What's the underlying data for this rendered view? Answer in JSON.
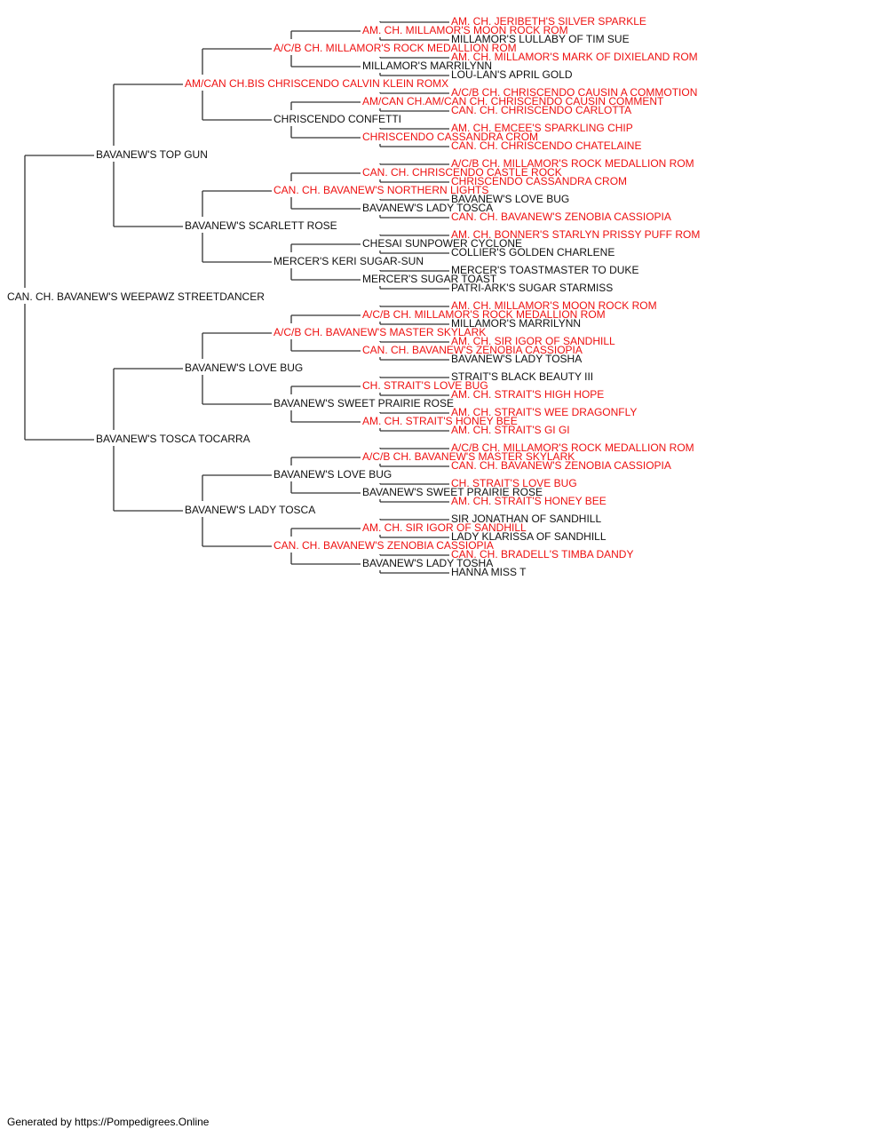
{
  "colors": {
    "champion": "#ee1111",
    "regular": "#111111",
    "line": "#333333"
  },
  "root": {
    "name": "CAN. CH. BAVANEW'S WEEPAWZ STREETDANCER",
    "ch": false
  },
  "generations": [
    [
      {
        "name": "BAVANEW'S TOP GUN",
        "ch": false
      },
      {
        "name": "BAVANEW'S TOSCA TOCARRA",
        "ch": false
      }
    ],
    [
      {
        "name": "AM/CAN CH.BIS CHRISCENDO CALVIN KLEIN ROMX",
        "ch": true
      },
      {
        "name": "BAVANEW'S SCARLETT ROSE",
        "ch": false
      },
      {
        "name": "BAVANEW'S LOVE BUG",
        "ch": false
      },
      {
        "name": "BAVANEW'S LADY TOSCA",
        "ch": false
      }
    ],
    [
      {
        "name": "A/C/B CH. MILLAMOR'S ROCK MEDALLION ROM",
        "ch": true
      },
      {
        "name": "CHRISCENDO CONFETTI",
        "ch": false
      },
      {
        "name": "CAN. CH. BAVANEW'S NORTHERN LIGHTS",
        "ch": true
      },
      {
        "name": "MERCER'S KERI SUGAR-SUN",
        "ch": false
      },
      {
        "name": "A/C/B CH. BAVANEW'S MASTER SKYLARK",
        "ch": true
      },
      {
        "name": "BAVANEW'S SWEET PRAIRIE ROSE",
        "ch": false
      },
      {
        "name": "BAVANEW'S LOVE BUG",
        "ch": false
      },
      {
        "name": "CAN. CH. BAVANEW'S ZENOBIA CASSIOPIA",
        "ch": true
      }
    ],
    [
      {
        "name": "AM. CH. MILLAMOR'S MOON ROCK ROM",
        "ch": true
      },
      {
        "name": "MILLAMOR'S MARRILYNN",
        "ch": false
      },
      {
        "name": "AM/CAN CH.AM/CAN CH. CHRISCENDO CAUSIN COMMENT",
        "ch": true
      },
      {
        "name": "CHRISCENDO CASSANDRA CROM",
        "ch": true
      },
      {
        "name": "CAN. CH. CHRISCENDO CASTLE ROCK",
        "ch": true
      },
      {
        "name": "BAVANEW'S LADY TOSCA",
        "ch": false
      },
      {
        "name": "CHESAI SUNPOWER CYCLONE",
        "ch": false
      },
      {
        "name": "MERCER'S SUGAR TOAST",
        "ch": false
      },
      {
        "name": "A/C/B CH. MILLAMOR'S ROCK MEDALLION ROM",
        "ch": true
      },
      {
        "name": "CAN. CH. BAVANEW'S ZENOBIA CASSIOPIA",
        "ch": true
      },
      {
        "name": "CH. STRAIT'S LOVE BUG",
        "ch": true
      },
      {
        "name": "AM. CH. STRAIT'S HONEY BEE",
        "ch": true
      },
      {
        "name": "A/C/B CH. BAVANEW'S MASTER SKYLARK",
        "ch": true
      },
      {
        "name": "BAVANEW'S SWEET PRAIRIE ROSE",
        "ch": false
      },
      {
        "name": "AM. CH. SIR IGOR OF SANDHILL",
        "ch": true
      },
      {
        "name": "BAVANEW'S LADY TOSHA",
        "ch": false
      }
    ],
    [
      {
        "name": "AM. CH. JERIBETH'S SILVER SPARKLE",
        "ch": true
      },
      {
        "name": "MILLAMOR'S LULLABY OF TIM SUE",
        "ch": false
      },
      {
        "name": "AM. CH. MILLAMOR'S MARK OF DIXIELAND ROM",
        "ch": true
      },
      {
        "name": "LOU-LAN'S APRIL GOLD",
        "ch": false
      },
      {
        "name": "A/C/B CH. CHRISCENDO CAUSIN A COMMOTION",
        "ch": true
      },
      {
        "name": "CAN. CH. CHRISCENDO CARLOTTA",
        "ch": true
      },
      {
        "name": "AM. CH. EMCEE'S SPARKLING CHIP",
        "ch": true
      },
      {
        "name": "CAN. CH. CHRISCENDO CHATELAINE",
        "ch": true
      },
      {
        "name": "A/C/B CH. MILLAMOR'S ROCK MEDALLION ROM",
        "ch": true
      },
      {
        "name": "CHRISCENDO CASSANDRA CROM",
        "ch": true
      },
      {
        "name": "BAVANEW'S LOVE BUG",
        "ch": false
      },
      {
        "name": "CAN. CH. BAVANEW'S ZENOBIA CASSIOPIA",
        "ch": true
      },
      {
        "name": "AM. CH. BONNER'S STARLYN PRISSY PUFF ROM",
        "ch": true
      },
      {
        "name": "COLLIER'S GOLDEN CHARLENE",
        "ch": false
      },
      {
        "name": "MERCER'S TOASTMASTER TO DUKE",
        "ch": false
      },
      {
        "name": "PATRI-ARK'S SUGAR STARMISS",
        "ch": false
      },
      {
        "name": "AM. CH. MILLAMOR'S MOON ROCK ROM",
        "ch": true
      },
      {
        "name": "MILLAMOR'S MARRILYNN",
        "ch": false
      },
      {
        "name": "AM. CH. SIR IGOR OF SANDHILL",
        "ch": true
      },
      {
        "name": "BAVANEW'S LADY TOSHA",
        "ch": false
      },
      {
        "name": "STRAIT'S BLACK BEAUTY III",
        "ch": false
      },
      {
        "name": "AM. CH. STRAIT'S HIGH HOPE",
        "ch": true
      },
      {
        "name": "AM. CH. STRAIT'S WEE DRAGONFLY",
        "ch": true
      },
      {
        "name": "AM. CH. STRAIT'S GI GI",
        "ch": true
      },
      {
        "name": "A/C/B CH. MILLAMOR'S ROCK MEDALLION ROM",
        "ch": true
      },
      {
        "name": "CAN. CH. BAVANEW'S ZENOBIA CASSIOPIA",
        "ch": true
      },
      {
        "name": "CH. STRAIT'S LOVE BUG",
        "ch": true
      },
      {
        "name": "AM. CH. STRAIT'S HONEY BEE",
        "ch": true
      },
      {
        "name": "SIR JONATHAN OF SANDHILL",
        "ch": false
      },
      {
        "name": "LADY KLARISSA OF SANDHILL",
        "ch": false
      },
      {
        "name": "CAN. CH. BRADELL'S TIMBA DANDY",
        "ch": true
      },
      {
        "name": "HANNA MISS T",
        "ch": false
      }
    ]
  ],
  "footer": "Generated by https://Pompedigrees.Online"
}
